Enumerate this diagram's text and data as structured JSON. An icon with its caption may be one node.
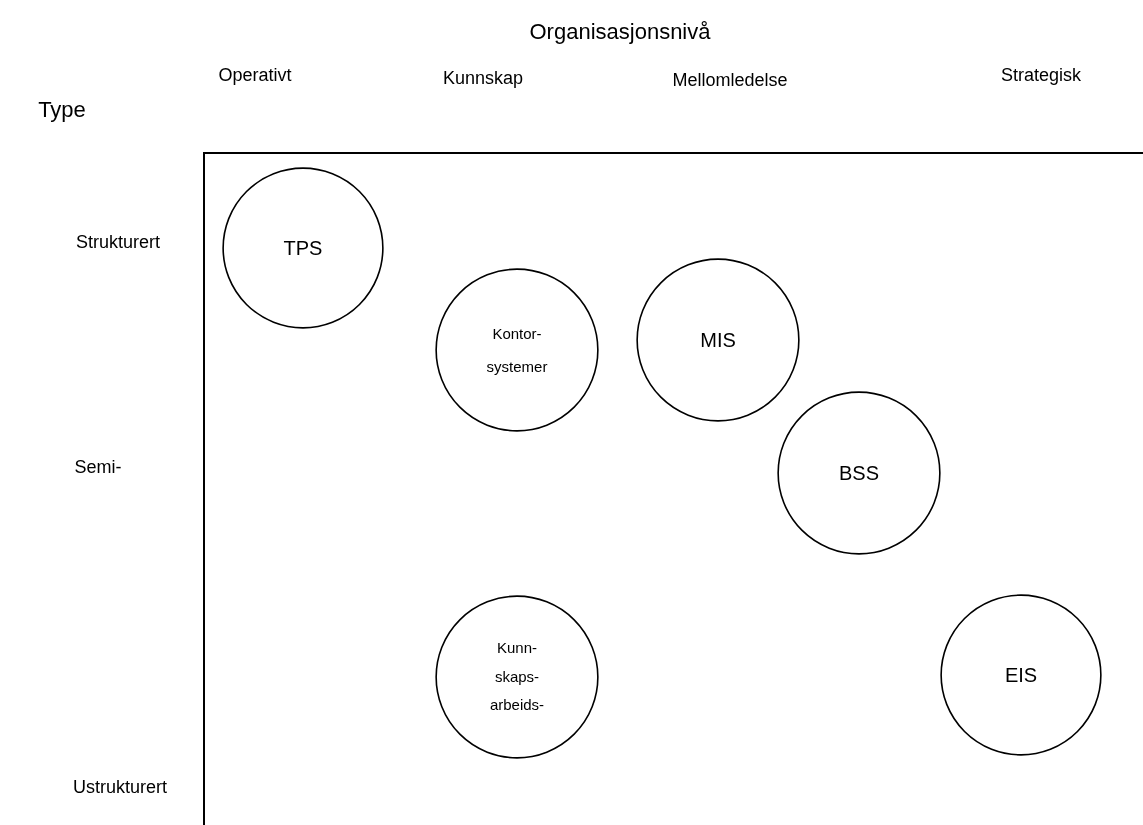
{
  "diagram": {
    "nodes": [
      {
        "text": [
          "TPS"
        ]
      },
      {
        "text": [
          "Kontor- systemer"
        ]
      },
      {
        "text": [
          "MIS"
        ]
      },
      {
        "text": [
          "BSS"
        ]
      },
      {
        "text": [
          "Kunn- skaps- arbeids-"
        ]
      },
      {
        "text": [
          "EIS"
        ]
      }
    ],
    "edges": [],
    "labels": [
      "Organisasjonsnivå",
      "Type",
      "Operativt",
      "Kunnskap",
      "Mellomledelse",
      "Strategisk",
      "Strukturert",
      "Semi-",
      "Ustrukturert"
    ]
  }
}
